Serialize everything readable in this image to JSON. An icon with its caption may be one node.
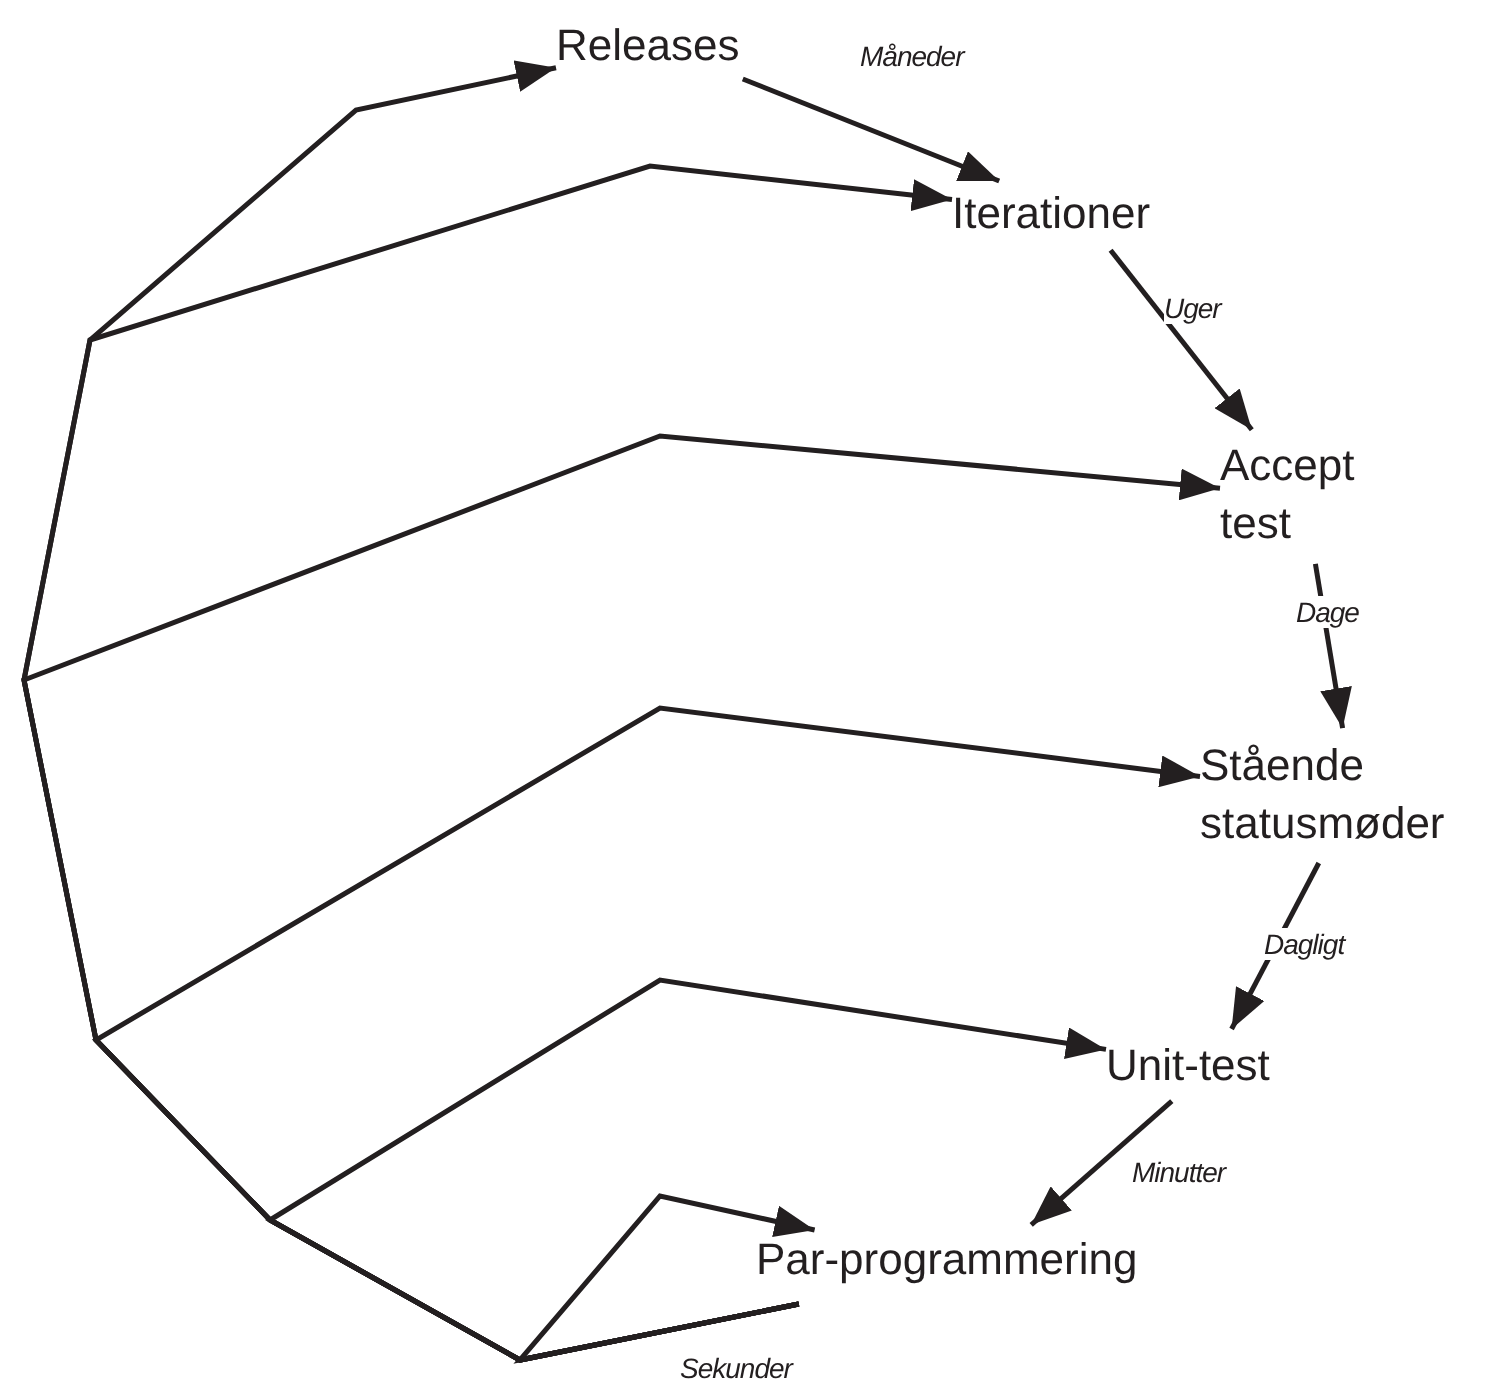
{
  "diagram": {
    "nodes": [
      {
        "text": [
          "Releases"
        ]
      },
      {
        "text": [
          "Iterationer"
        ]
      },
      {
        "text": [
          "Accept test"
        ]
      },
      {
        "text": [
          "Stående statusmøder"
        ]
      },
      {
        "text": [
          "Unit-test"
        ]
      },
      {
        "text": [
          "Par-programmering"
        ]
      }
    ],
    "edges": [
      {
        "from": 0,
        "to": 1,
        "arrow": "to",
        "label": "Måneder"
      },
      {
        "from": 1,
        "to": 2,
        "arrow": "to",
        "label": "Uger"
      },
      {
        "from": 2,
        "to": 3,
        "arrow": "to",
        "label": "Dage"
      },
      {
        "from": 3,
        "to": 4,
        "arrow": "to",
        "label": "Dagligt"
      },
      {
        "from": 4,
        "to": 5,
        "arrow": "to",
        "label": "Minutter"
      },
      {
        "from": 5,
        "to": 0,
        "arrow": "to"
      },
      {
        "from": 5,
        "to": 1,
        "arrow": "to"
      },
      {
        "from": 5,
        "to": 2,
        "arrow": "to"
      },
      {
        "from": 5,
        "to": 3,
        "arrow": "to"
      },
      {
        "from": 5,
        "to": 4,
        "arrow": "to"
      },
      {
        "from": 5,
        "to": 5,
        "arrow": "to",
        "label": "Sekunder"
      }
    ]
  }
}
